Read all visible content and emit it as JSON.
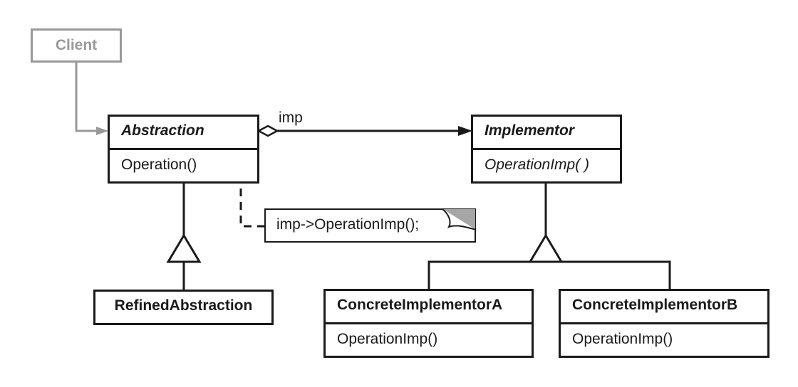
{
  "client": {
    "label": "Client"
  },
  "abstraction": {
    "name": "Abstraction",
    "operation": "Operation()"
  },
  "implementor": {
    "name": "Implementor",
    "operation": "OperationImp( )"
  },
  "association": {
    "label": "imp"
  },
  "note": {
    "text": "imp->OperationImp();"
  },
  "refined_abstraction": {
    "name": "RefinedAbstraction"
  },
  "concrete_a": {
    "name": "ConcreteImplementorA",
    "operation": "OperationImp()"
  },
  "concrete_b": {
    "name": "ConcreteImplementorB",
    "operation": "OperationImp()"
  }
}
